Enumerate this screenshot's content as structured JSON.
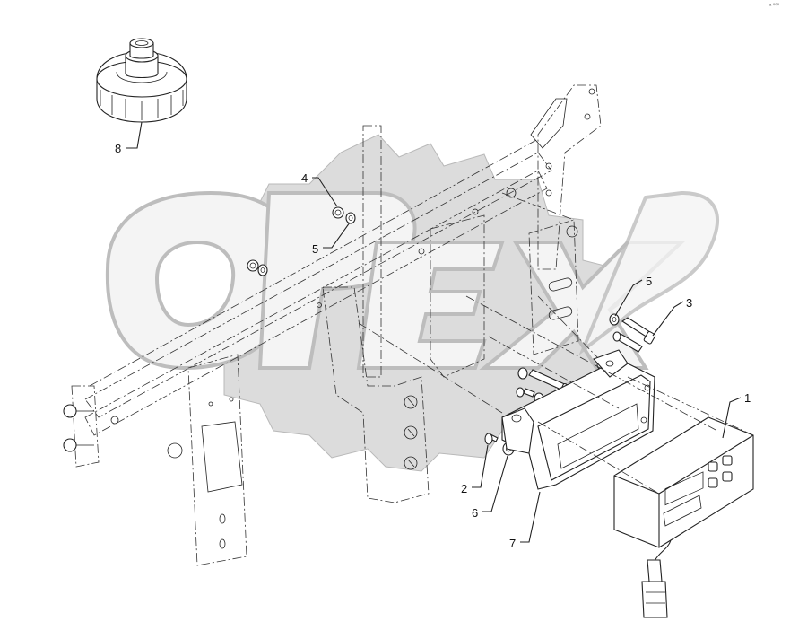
{
  "corner_code": "ᵃ ⁰⁰⁰",
  "callouts": [
    {
      "id": "c8",
      "text": "8"
    },
    {
      "id": "c4",
      "text": "4"
    },
    {
      "id": "c5a",
      "text": "5"
    },
    {
      "id": "c5b",
      "text": "5"
    },
    {
      "id": "c3",
      "text": "3"
    },
    {
      "id": "c1",
      "text": "1"
    },
    {
      "id": "c2",
      "text": "2"
    },
    {
      "id": "c6",
      "text": "6"
    },
    {
      "id": "c7",
      "text": "7"
    }
  ],
  "icons": {
    "watermark": "gear-logo-watermark",
    "cap": "filler-cap-icon",
    "display": "control-display-unit-icon"
  }
}
